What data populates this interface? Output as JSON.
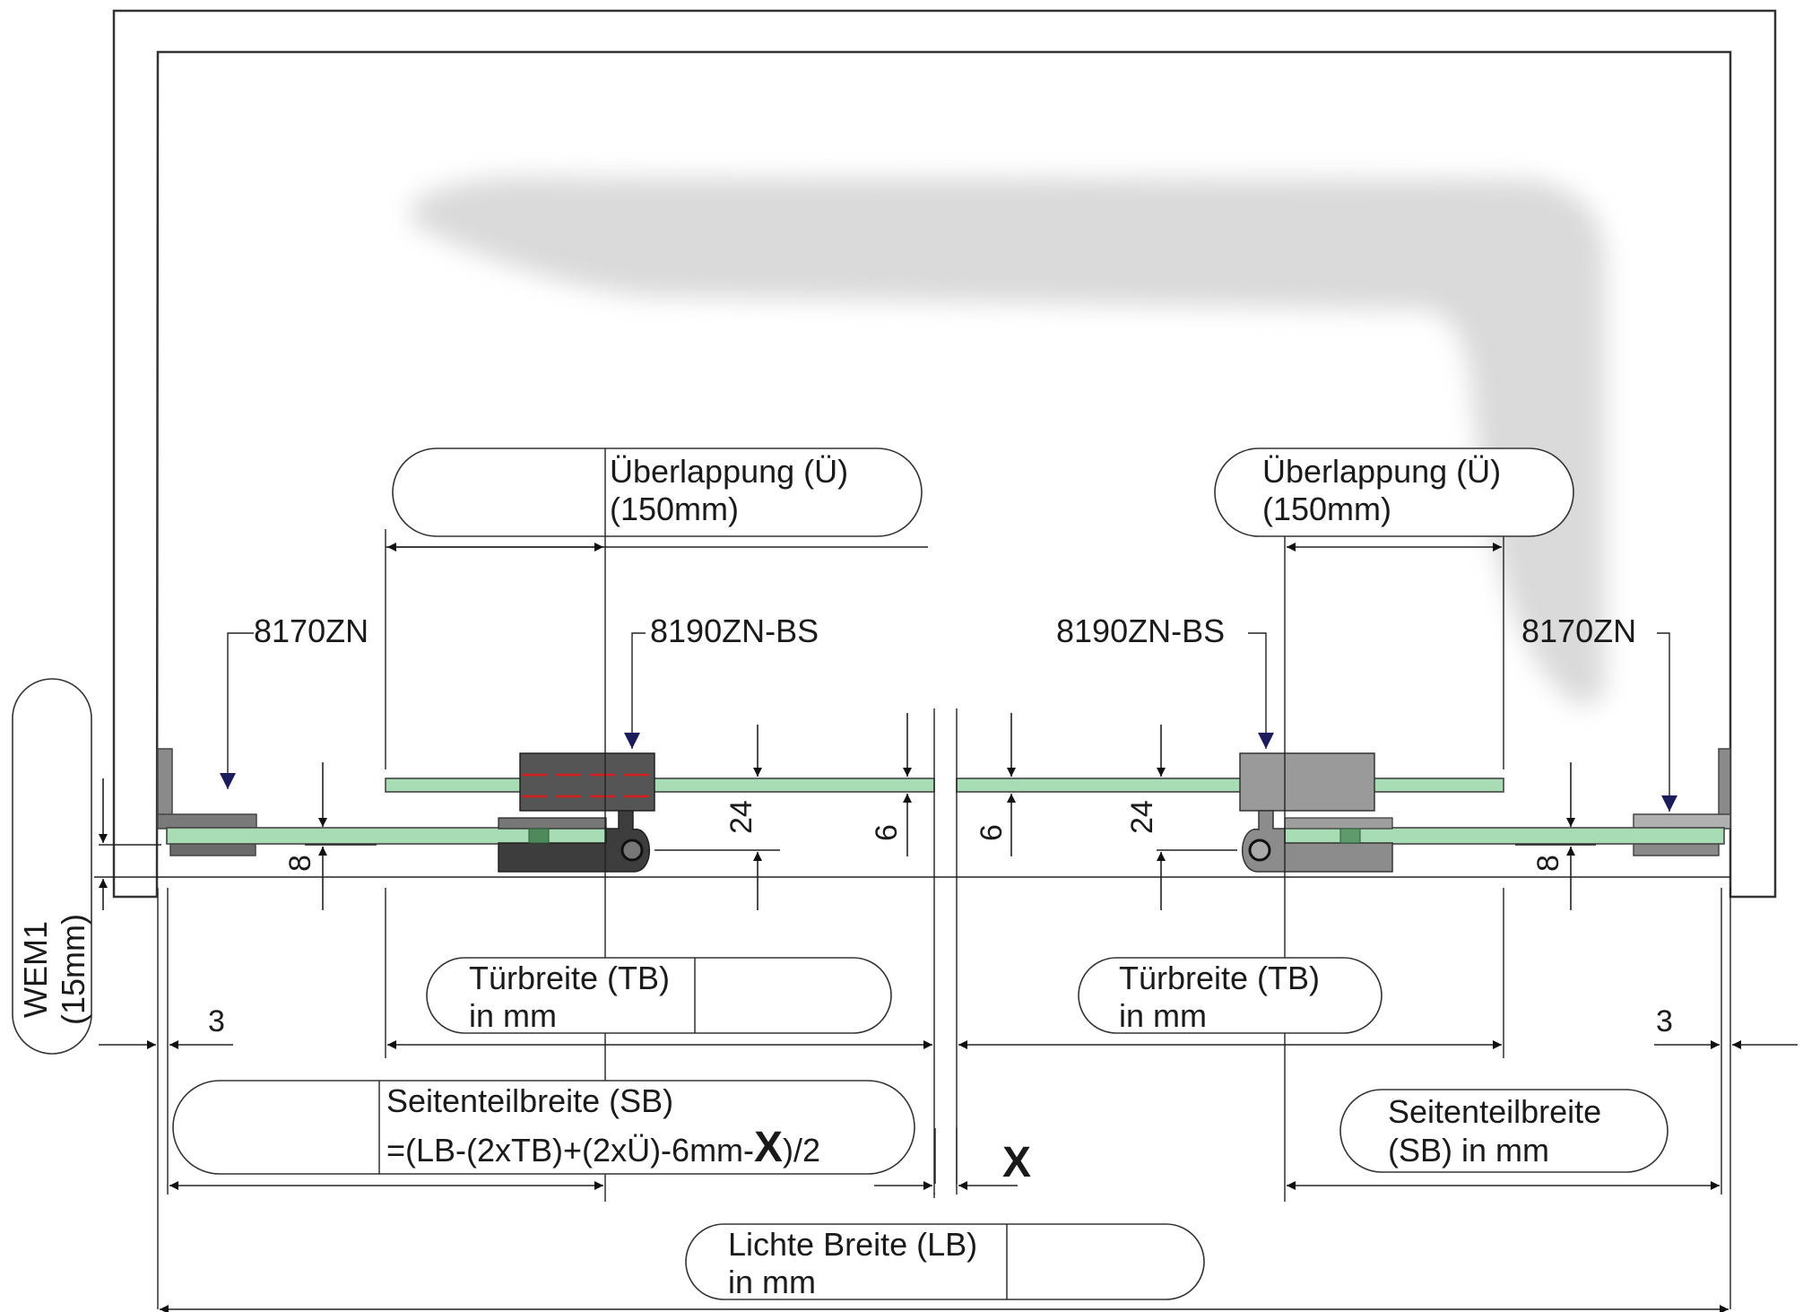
{
  "labels": {
    "overlap_title": "Überlappung (Ü)",
    "overlap_value": "(150mm)",
    "part_8170": "8170ZN",
    "part_8190": "8190ZN-BS",
    "door_width_title": "Türbreite (TB)",
    "door_width_unit": "in mm",
    "side_panel_title": "Seitenteilbreite (SB)",
    "side_panel_formula_a": "=(LB-(2xTB)+(2xÜ)-6mm-",
    "side_panel_formula_x": "X",
    "side_panel_formula_b": ")/2",
    "side_panel_right_a": "Seitenteilbreite",
    "side_panel_right_b": "(SB) in mm",
    "clear_width_title": "Lichte Breite (LB)",
    "clear_width_unit": "in mm",
    "wem_title": "WEM1",
    "wem_value": "(15mm)",
    "gap_x": "X"
  },
  "dimensions": {
    "gap_3": "3",
    "d24": "24",
    "d6": "6",
    "d8": "8"
  },
  "colors": {
    "glass": "#a8dcb4",
    "hardware": "#555555",
    "seal_dashes": "#d42020",
    "arrow_pointer": "#1c1c5c"
  }
}
